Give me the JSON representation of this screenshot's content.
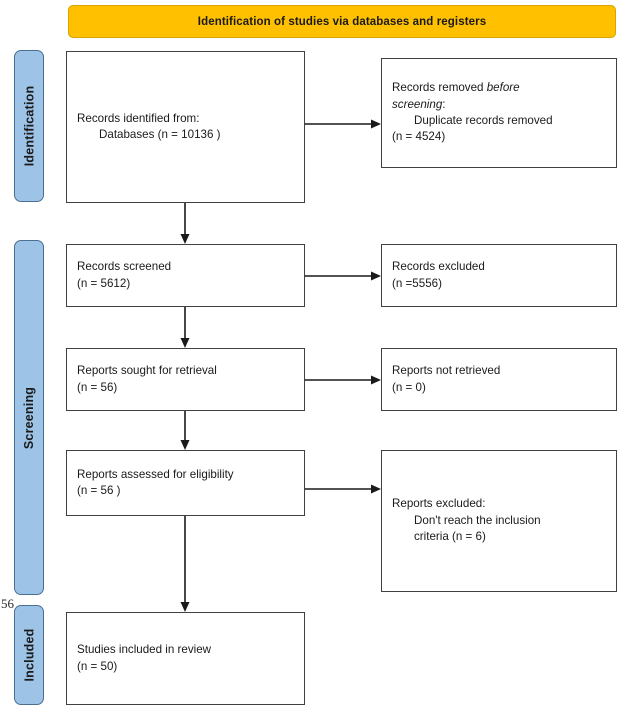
{
  "diagram": {
    "type": "PRISMA flow diagram",
    "banner": {
      "title": "Identification of studies via databases and registers",
      "color": "#FFC000"
    },
    "stage_color": "#9DC3E6",
    "stages": [
      {
        "key": "identification",
        "label": "Identification"
      },
      {
        "key": "screening",
        "label": "Screening"
      },
      {
        "key": "included",
        "label": "Included"
      }
    ],
    "boxes": {
      "identified": {
        "line1": "Records identified from:",
        "line2": "Databases (n = 10136 )"
      },
      "removed": {
        "line1a": "Records removed ",
        "line1b": "before",
        "line2a": "screening",
        "line2b": ":",
        "line3": "Duplicate records removed",
        "line4": "(n = 4524)"
      },
      "screened": {
        "line1": "Records screened",
        "line2": "(n = 5612)"
      },
      "excluded_records": {
        "line1": "Records excluded",
        "line2": "(n =5556)"
      },
      "sought": {
        "line1": "Reports sought for retrieval",
        "line2": "(n = 56)"
      },
      "not_retrieved": {
        "line1": "Reports not retrieved",
        "line2": "(n = 0)"
      },
      "assessed": {
        "line1": "Reports assessed for eligibility",
        "line2": "(n = 56 )"
      },
      "excluded_reports": {
        "line1": "Reports excluded:",
        "line2": "Don't reach the inclusion",
        "line3": "criteria (n = 6)"
      },
      "included_review": {
        "line1": "Studies included in review",
        "line2": "(n = 50)"
      }
    },
    "artifact_text": "56",
    "chart_data": {
      "type": "diagram",
      "title": "Identification of studies via databases and registers",
      "nodes": [
        {
          "id": "identified",
          "stage": "Identification",
          "label": "Records identified from: Databases",
          "n": 10136
        },
        {
          "id": "removed",
          "stage": "Identification",
          "label": "Records removed before screening: Duplicate records removed",
          "n": 4524
        },
        {
          "id": "screened",
          "stage": "Screening",
          "label": "Records screened",
          "n": 5612
        },
        {
          "id": "excluded_records",
          "stage": "Screening",
          "label": "Records excluded",
          "n": 5556
        },
        {
          "id": "sought",
          "stage": "Screening",
          "label": "Reports sought for retrieval",
          "n": 56
        },
        {
          "id": "not_retrieved",
          "stage": "Screening",
          "label": "Reports not retrieved",
          "n": 0
        },
        {
          "id": "assessed",
          "stage": "Screening",
          "label": "Reports assessed for eligibility",
          "n": 56
        },
        {
          "id": "excluded_reports",
          "stage": "Screening",
          "label": "Reports excluded: Don't reach the inclusion criteria",
          "n": 6
        },
        {
          "id": "included_review",
          "stage": "Included",
          "label": "Studies included in review",
          "n": 50
        }
      ],
      "edges": [
        {
          "from": "identified",
          "to": "removed",
          "direction": "right"
        },
        {
          "from": "identified",
          "to": "screened",
          "direction": "down"
        },
        {
          "from": "screened",
          "to": "excluded_records",
          "direction": "right"
        },
        {
          "from": "screened",
          "to": "sought",
          "direction": "down"
        },
        {
          "from": "sought",
          "to": "not_retrieved",
          "direction": "right"
        },
        {
          "from": "sought",
          "to": "assessed",
          "direction": "down"
        },
        {
          "from": "assessed",
          "to": "excluded_reports",
          "direction": "right"
        },
        {
          "from": "assessed",
          "to": "included_review",
          "direction": "down"
        }
      ]
    }
  }
}
